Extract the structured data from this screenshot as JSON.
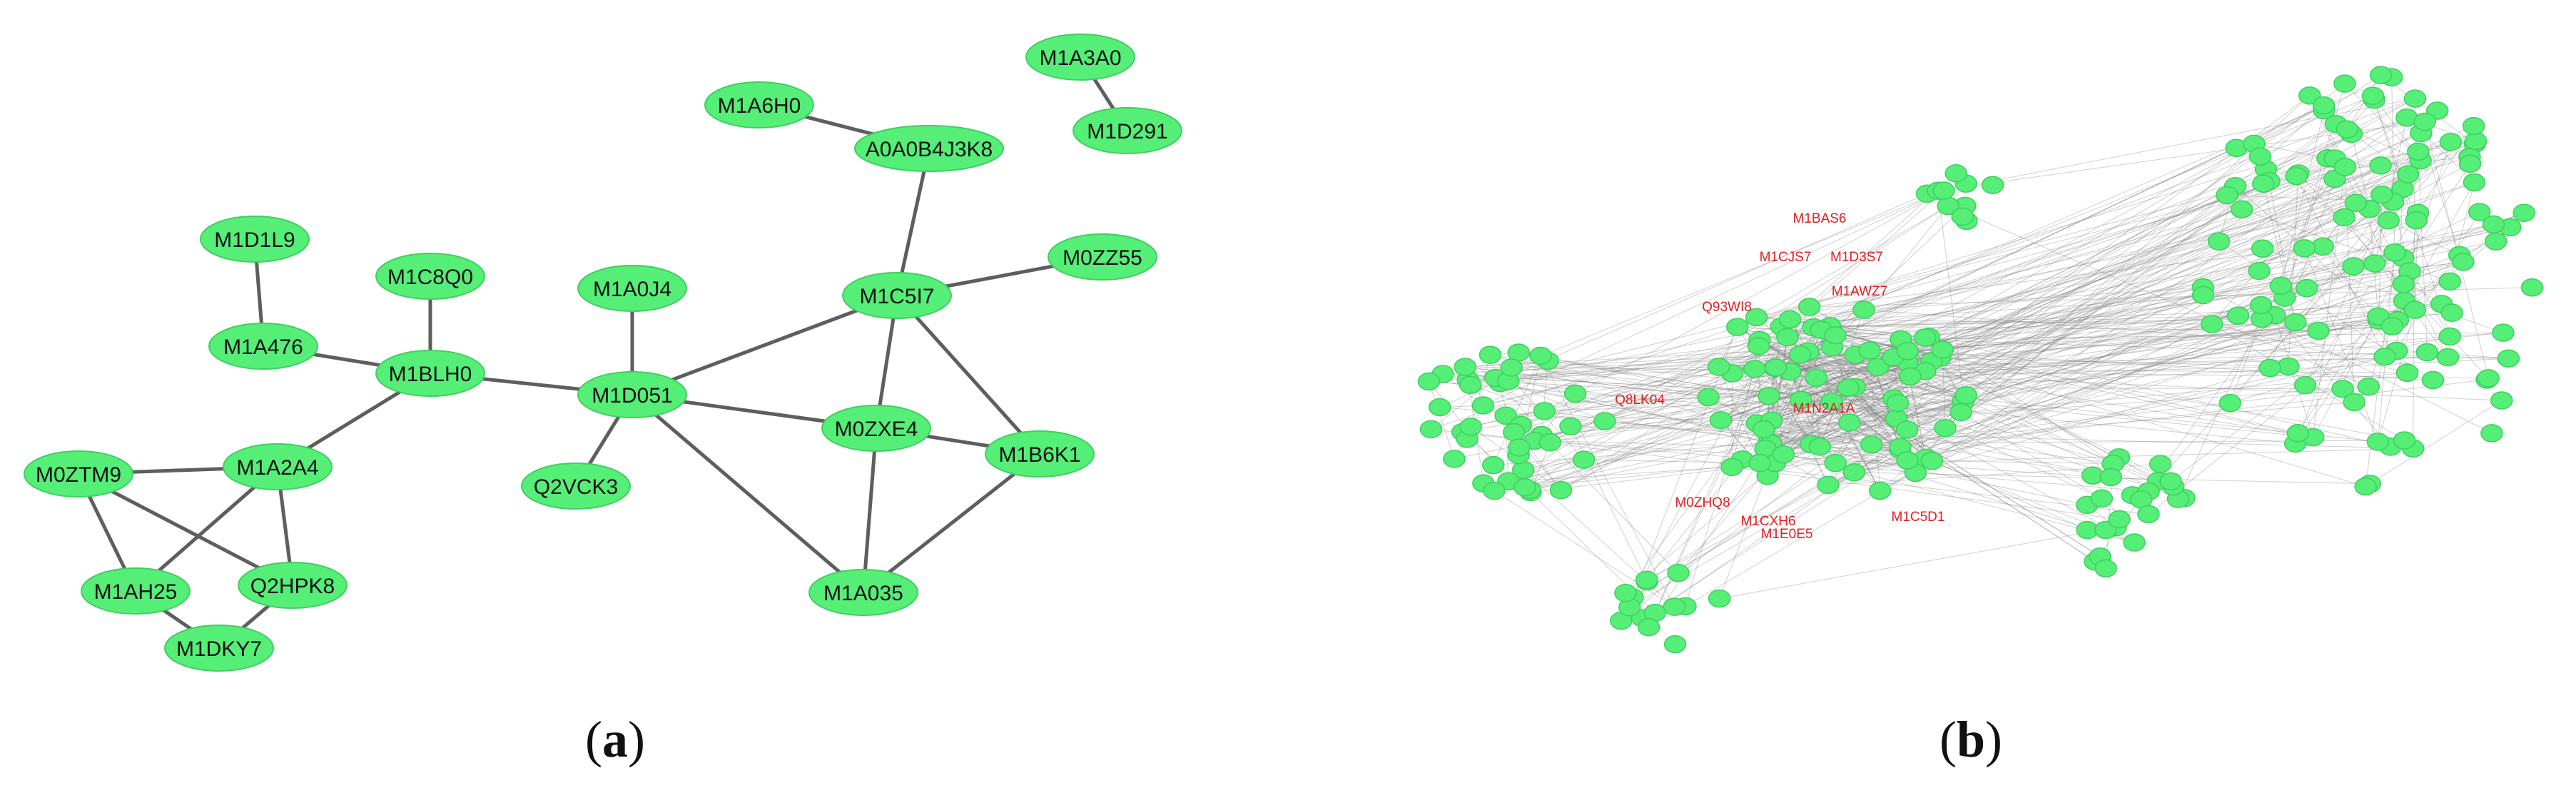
{
  "panel_a": {
    "caption_letter": "a",
    "nodes": [
      {
        "id": "M1A3A0",
        "label": "M1A3A0"
      },
      {
        "id": "M1D291",
        "label": "M1D291"
      },
      {
        "id": "M1A6H0",
        "label": "M1A6H0"
      },
      {
        "id": "A0A0B4J3K8",
        "label": "A0A0B4J3K8"
      },
      {
        "id": "M1D1L9",
        "label": "M1D1L9"
      },
      {
        "id": "M1C8Q0",
        "label": "M1C8Q0"
      },
      {
        "id": "M1A0J4",
        "label": "M1A0J4"
      },
      {
        "id": "M0ZZ55",
        "label": "M0ZZ55"
      },
      {
        "id": "M1C5I7",
        "label": "M1C5I7"
      },
      {
        "id": "M1A476",
        "label": "M1A476"
      },
      {
        "id": "M1BLH0",
        "label": "M1BLH0"
      },
      {
        "id": "M1D051",
        "label": "M1D051"
      },
      {
        "id": "M0ZXE4",
        "label": "M0ZXE4"
      },
      {
        "id": "M1B6K1",
        "label": "M1B6K1"
      },
      {
        "id": "M0ZTM9",
        "label": "M0ZTM9"
      },
      {
        "id": "M1A2A4",
        "label": "M1A2A4"
      },
      {
        "id": "Q2VCK3",
        "label": "Q2VCK3"
      },
      {
        "id": "M1AH25",
        "label": "M1AH25"
      },
      {
        "id": "Q2HPK8",
        "label": "Q2HPK8"
      },
      {
        "id": "M1A035",
        "label": "M1A035"
      },
      {
        "id": "M1DKY7",
        "label": "M1DKY7"
      }
    ],
    "edges": [
      [
        "M1A3A0",
        "M1D291"
      ],
      [
        "M1A6H0",
        "A0A0B4J3K8"
      ],
      [
        "A0A0B4J3K8",
        "M1C5I7"
      ],
      [
        "M1D1L9",
        "M1A476"
      ],
      [
        "M1A476",
        "M1BLH0"
      ],
      [
        "M1C8Q0",
        "M1BLH0"
      ],
      [
        "M1BLH0",
        "M1A2A4"
      ],
      [
        "M1BLH0",
        "M1D051"
      ],
      [
        "M1A0J4",
        "M1D051"
      ],
      [
        "M1D051",
        "Q2VCK3"
      ],
      [
        "M1D051",
        "M1C5I7"
      ],
      [
        "M1D051",
        "M0ZXE4"
      ],
      [
        "M1D051",
        "M1A035"
      ],
      [
        "M1C5I7",
        "M0ZZ55"
      ],
      [
        "M1C5I7",
        "M0ZXE4"
      ],
      [
        "M1C5I7",
        "M1B6K1"
      ],
      [
        "M0ZXE4",
        "M1B6K1"
      ],
      [
        "M0ZXE4",
        "M1A035"
      ],
      [
        "M1B6K1",
        "M1A035"
      ],
      [
        "M0ZTM9",
        "M1A2A4"
      ],
      [
        "M0ZTM9",
        "M1AH25"
      ],
      [
        "M0ZTM9",
        "Q2HPK8"
      ],
      [
        "M1A2A4",
        "M1AH25"
      ],
      [
        "M1A2A4",
        "Q2HPK8"
      ],
      [
        "M1AH25",
        "M1DKY7"
      ],
      [
        "Q2HPK8",
        "M1DKY7"
      ]
    ]
  },
  "panel_b": {
    "caption_letter": "b",
    "hub_labels": [
      "M1BAS6",
      "M1CJS7",
      "M1D3S7",
      "Q93WI8",
      "M1AWZ7",
      "Q8LK04",
      "M1N2A1A",
      "M0ZHQ8",
      "M1CXH6",
      "M1E0E5",
      "M1C5D1"
    ]
  },
  "colors": {
    "node_fill": "#55ee77",
    "node_stroke": "#3fcf5f",
    "edge": "#5e5e5e",
    "hub_label": "#e02020"
  }
}
